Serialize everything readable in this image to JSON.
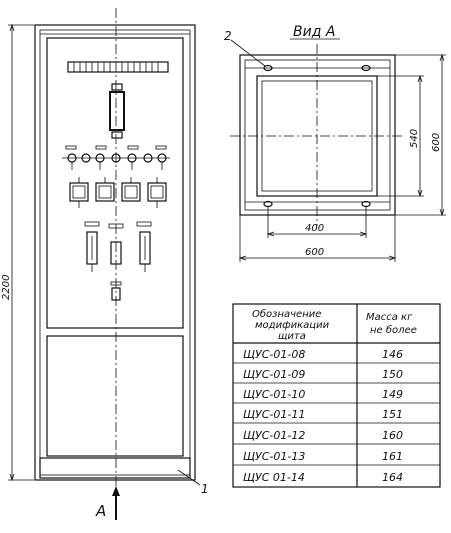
{
  "labels": {
    "view_title": "Вид А",
    "callout_2": "2",
    "callout_1": "1",
    "section_mark": "А",
    "dim_height_total": "2200",
    "dim_540": "540",
    "dim_600_v": "600",
    "dim_400": "400",
    "dim_600_h": "600"
  },
  "table": {
    "header": {
      "designation": [
        "Обозначение",
        "модификации",
        "щита"
      ],
      "mass": [
        "Масса кг",
        "не более"
      ]
    },
    "rows": [
      {
        "code": "ЩУС-01-08",
        "mass": "146"
      },
      {
        "code": "ЩУС-01-09",
        "mass": "150"
      },
      {
        "code": "ЩУС-01-10",
        "mass": "149"
      },
      {
        "code": "ЩУС-01-11",
        "mass": "151"
      },
      {
        "code": "ЩУС-01-12",
        "mass": "160"
      },
      {
        "code": "ЩУС-01-13",
        "mass": "161"
      },
      {
        "code": "ЩУС 01-14",
        "mass": "164"
      }
    ]
  }
}
